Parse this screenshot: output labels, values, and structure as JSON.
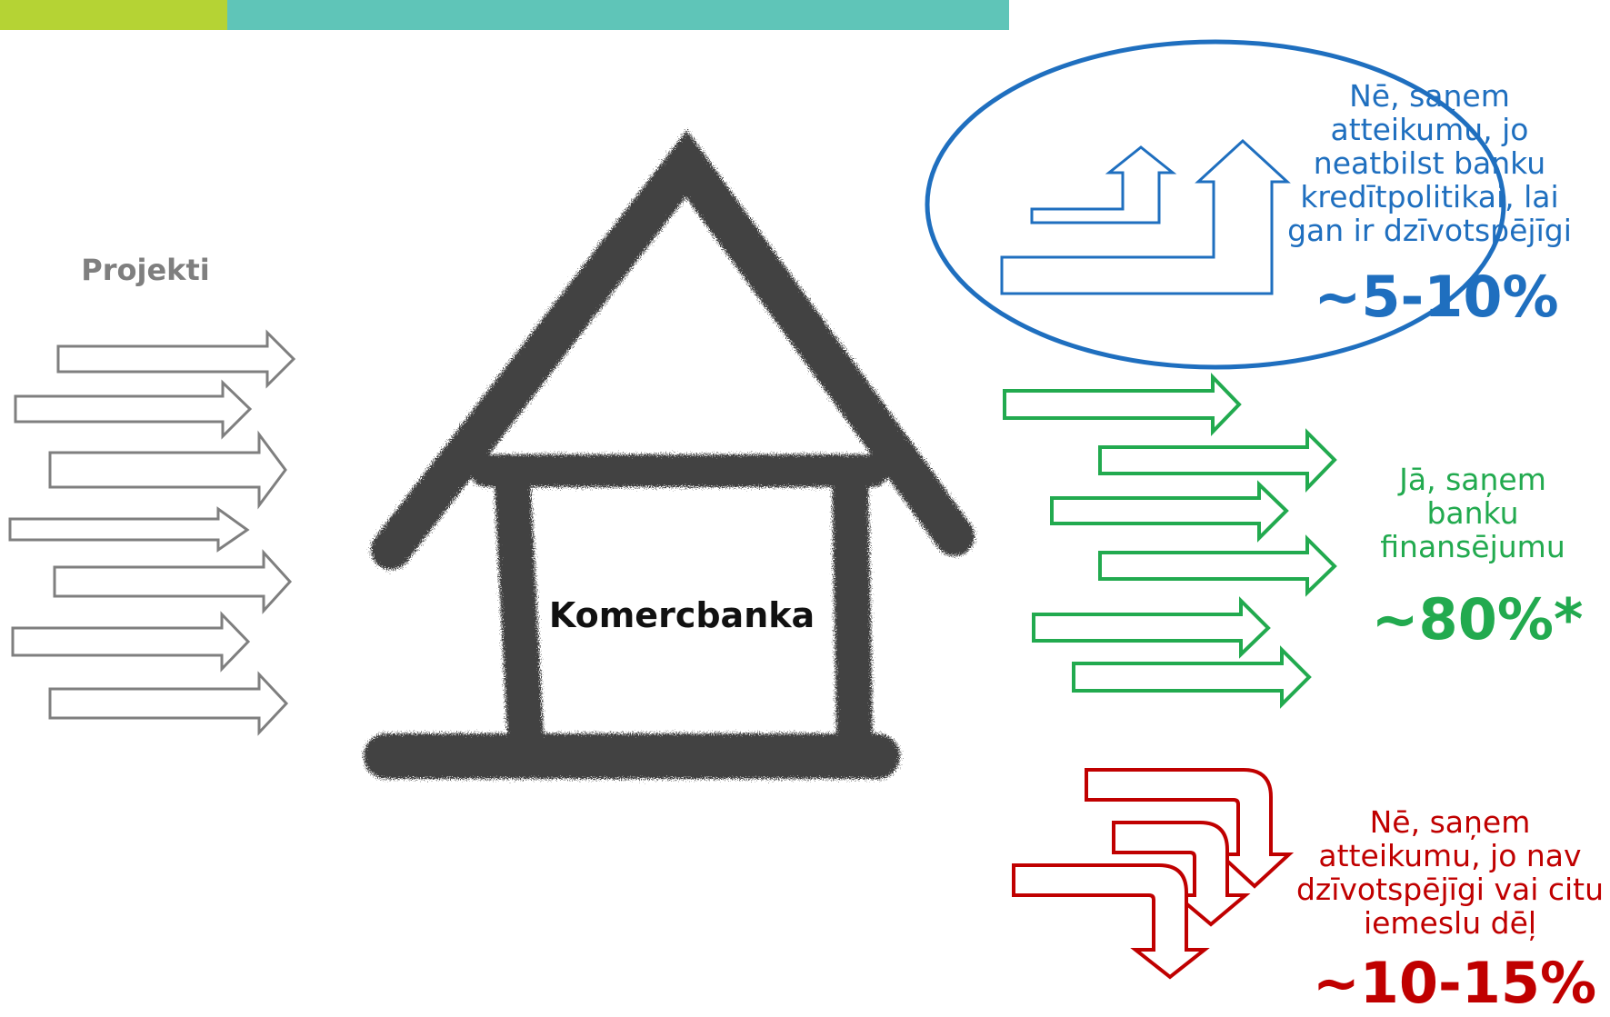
{
  "header": {
    "accent_left_color": "#b5d334",
    "accent_right_color": "#5fc5b8"
  },
  "projects": {
    "label": "Projekti",
    "color": "#7f7f7f"
  },
  "bank": {
    "label": "Komercbanka",
    "drawing": "chalk-house-icon"
  },
  "outcomes": {
    "rejected_policy": {
      "text": "Nē, saņem atteikumu, jo neatbilst banku kredītpolitikai, lai gan ir dzīvotspējīgi",
      "percent": "~5-10%",
      "color": "#1f6fbf"
    },
    "approved": {
      "text": "Jā, saņem banku finansējumu",
      "percent": "~80%*",
      "color": "#22aa4f"
    },
    "rejected_not_viable": {
      "text": "Nē, saņem atteikumu, jo nav dzīvotspējīgi vai citu iemeslu dēļ",
      "percent": "~10-15%",
      "color": "#c00000"
    }
  }
}
